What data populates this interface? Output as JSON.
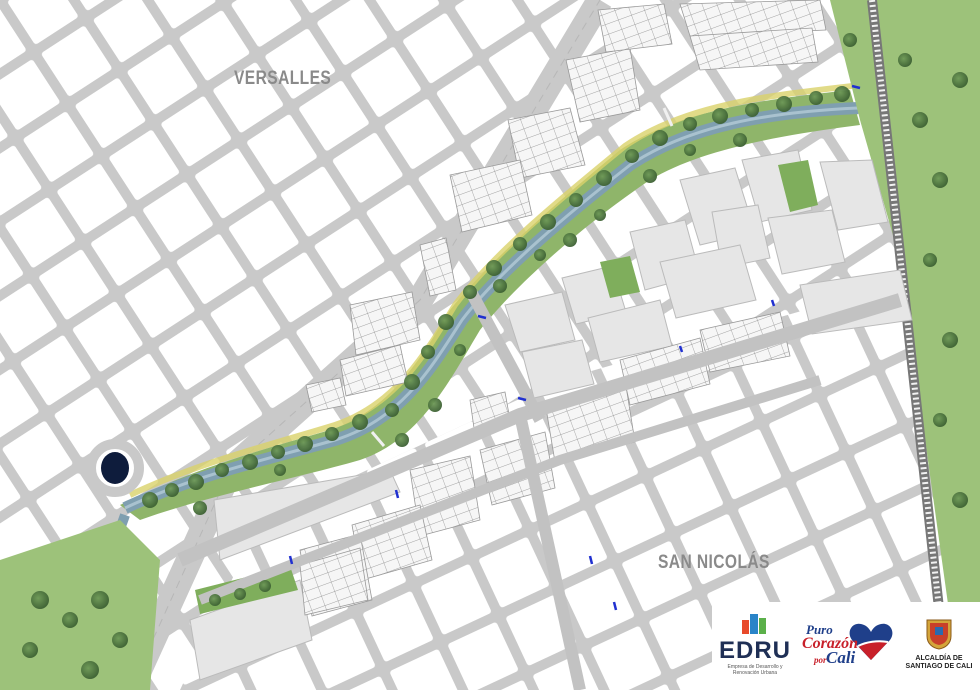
{
  "map": {
    "labels": {
      "north_district": "VERSALLES",
      "south_district": "SAN NICOLÁS"
    }
  },
  "colors": {
    "background": "#e4e4e4",
    "block": "#ffffff",
    "street": "#c9c9c9",
    "river": "#7f9fb0",
    "park_green": "#8fb56a",
    "tree": "#4a7040",
    "building": "#f4f4f4",
    "crossing_blue": "#2030d0"
  },
  "logos": {
    "edru": {
      "name": "EDRU",
      "description": "Empresa de Desarrollo y Renovación Urbana"
    },
    "puro_corazon": {
      "line1": "Puro",
      "line2": "Corazón",
      "line3": "por",
      "line4": "Cali"
    },
    "alcaldia": {
      "line1": "ALCALDÍA DE",
      "line2": "SANTIAGO DE CALI"
    }
  }
}
